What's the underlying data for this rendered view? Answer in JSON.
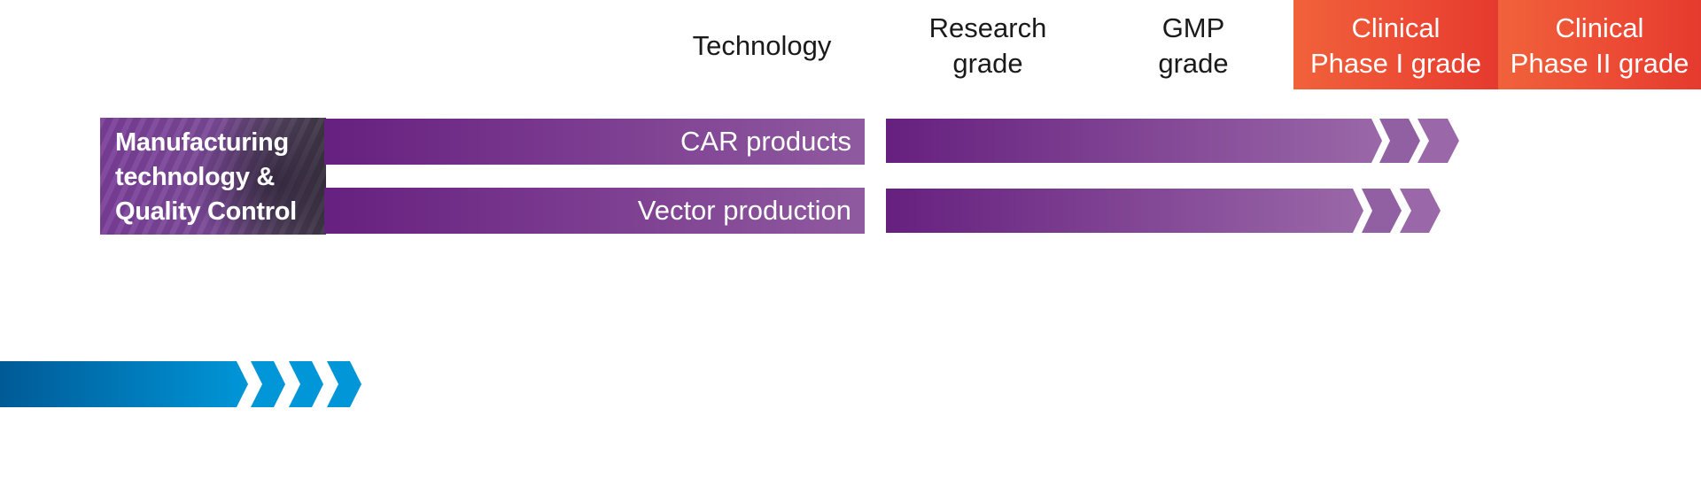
{
  "headers": {
    "technology": "Technology",
    "research": [
      "Research",
      "grade"
    ],
    "gmp": [
      "GMP",
      "grade"
    ],
    "clinical1": [
      "Clinical",
      "Phase I grade"
    ],
    "clinical2": [
      "Clinical",
      "Phase II grade"
    ]
  },
  "category": {
    "label": [
      "Manufacturing",
      "technology &",
      "Quality Control"
    ]
  },
  "rows": [
    {
      "technology": "CAR products",
      "progress": "Clinical Phase I grade"
    },
    {
      "technology": "Vector production",
      "progress": "Clinical Phase I grade"
    }
  ],
  "colors": {
    "purple_dark": "#66207f",
    "purple_light": "#9a68a8",
    "orange": "#f0623a",
    "red": "#e53a2e",
    "blue_dark": "#005a96",
    "blue_light": "#0096d8"
  },
  "legend_arrow": {
    "icon": "blue-chevron-arrow-icon"
  }
}
